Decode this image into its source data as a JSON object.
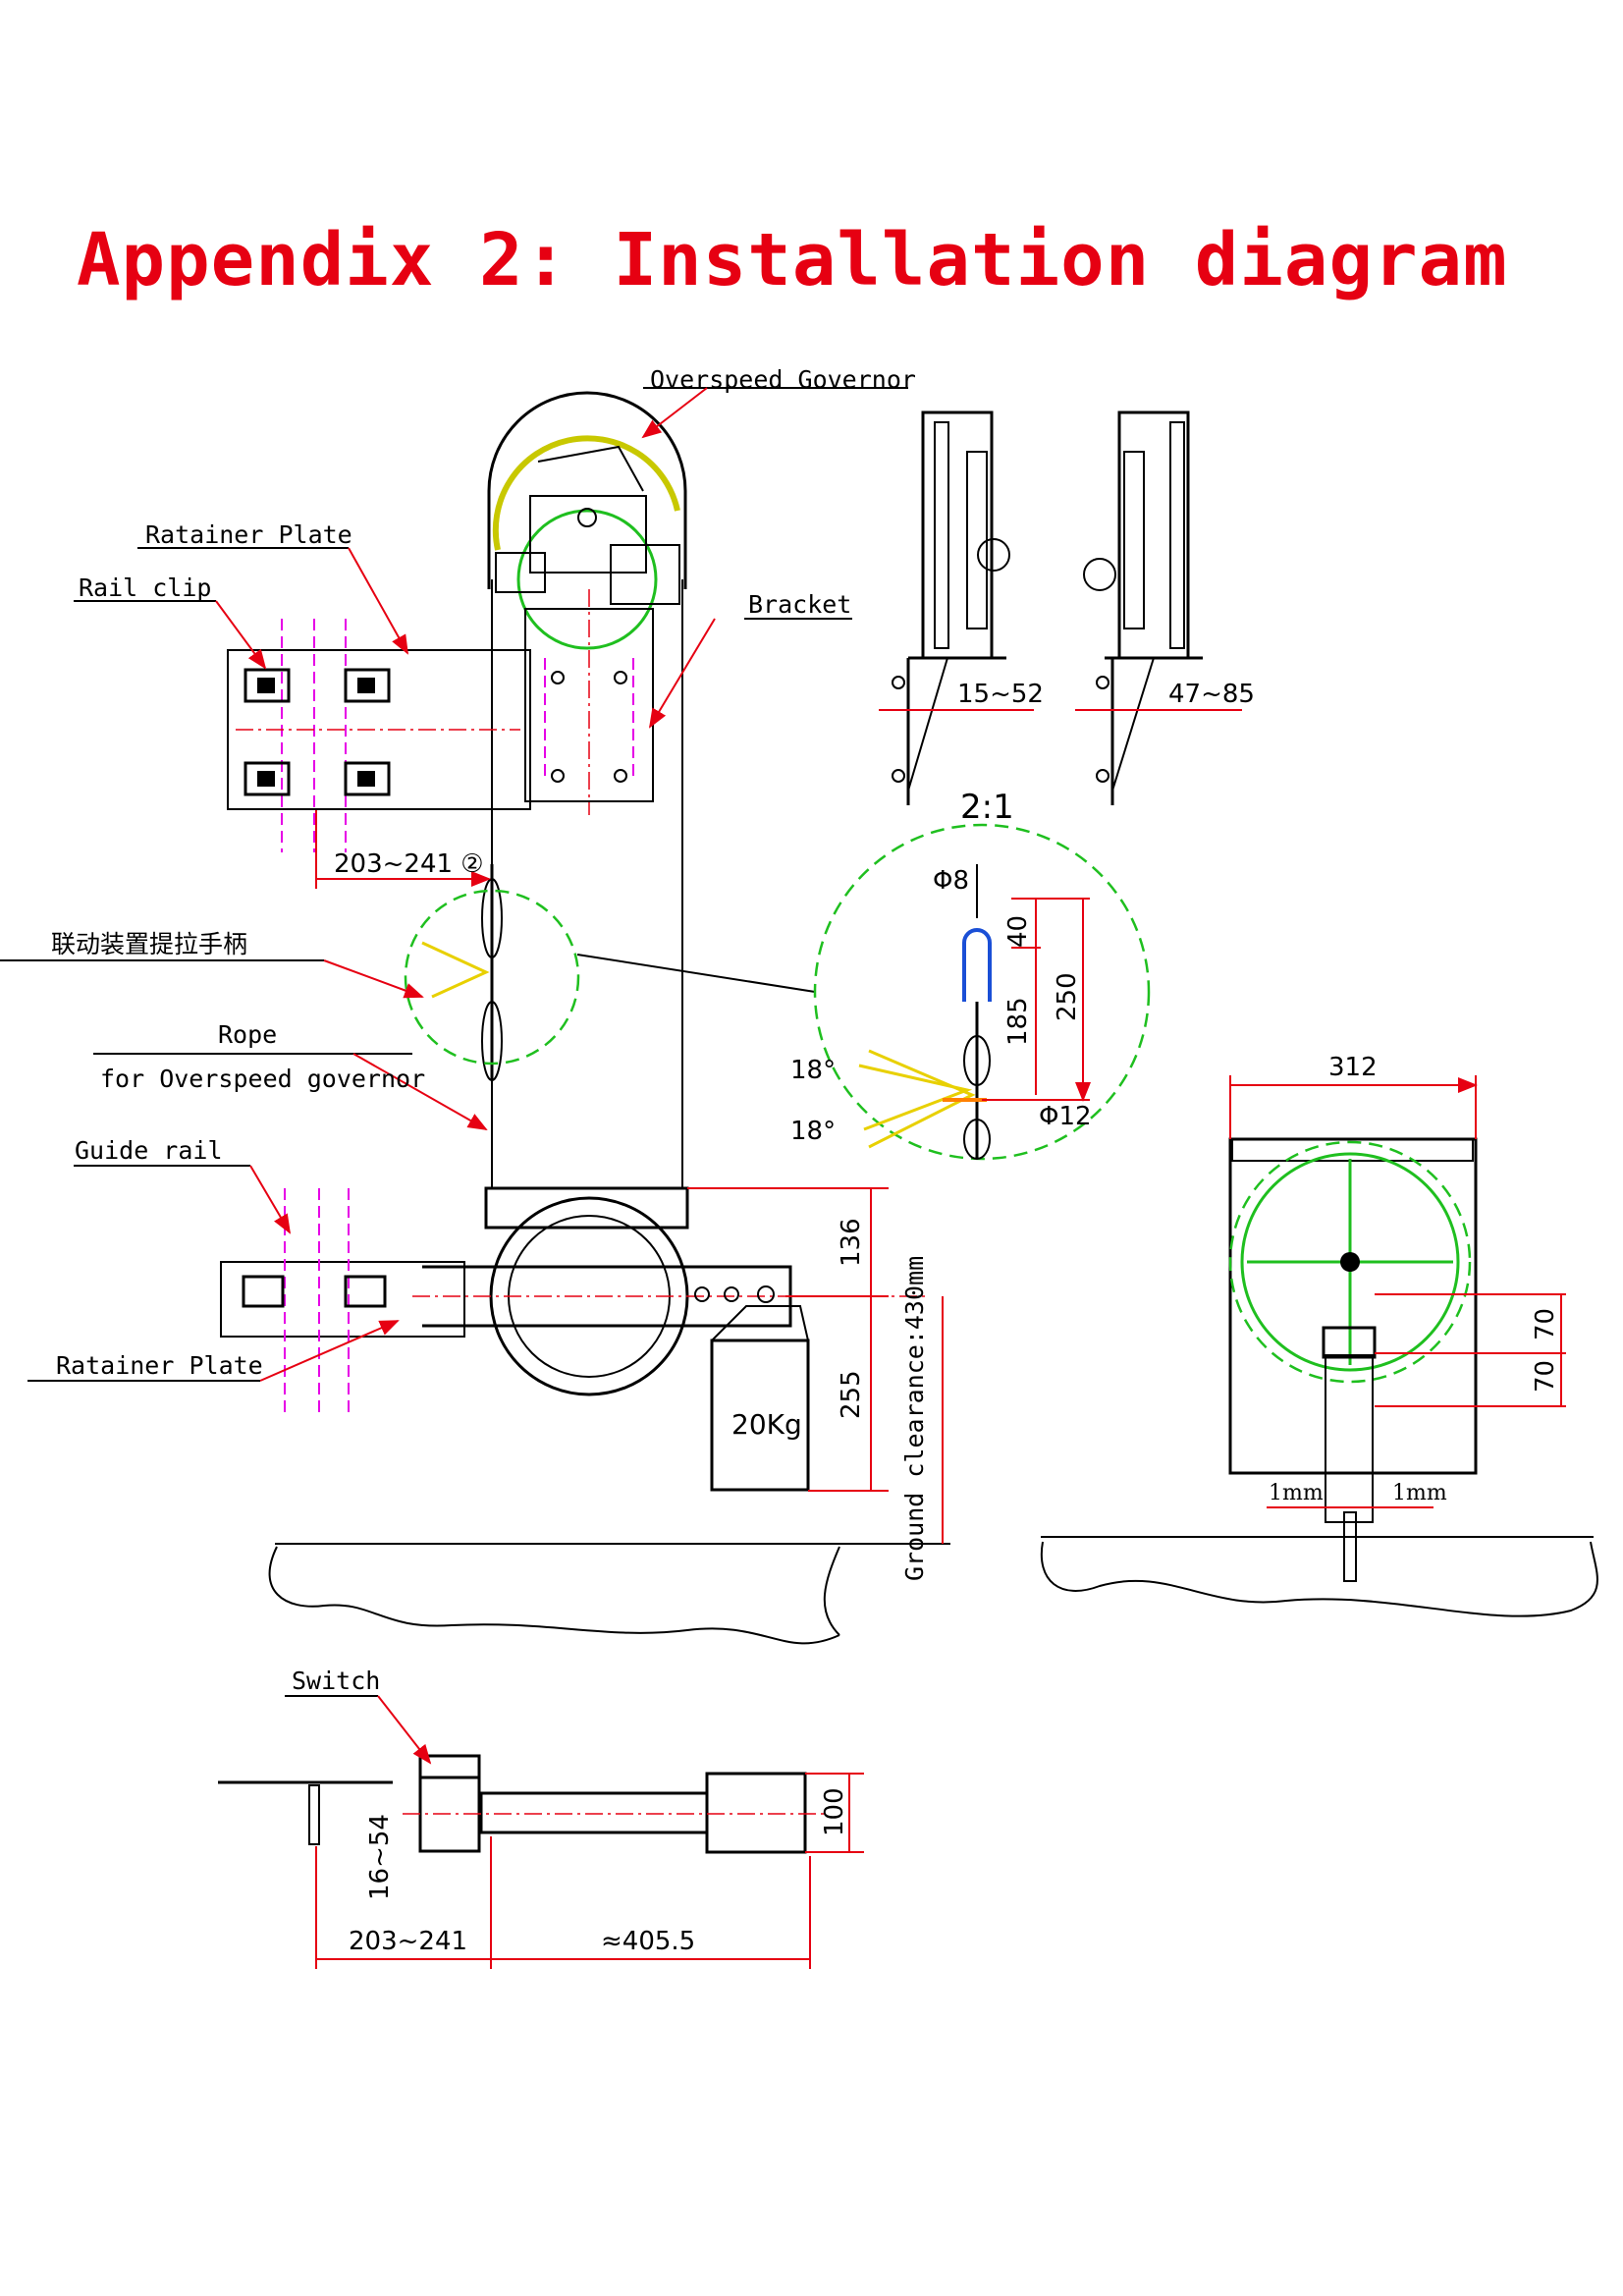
{
  "title": "Appendix 2: Installation diagram",
  "labels": {
    "overspeed_governor": "Overspeed Governor",
    "retainer_plate_top": "Ratainer Plate",
    "rail_clip": "Rail clip",
    "bracket": "Bracket",
    "linkage_handle": "联动装置提拉手柄",
    "rope_line1": "Rope",
    "rope_line2": "for Overspeed governor",
    "guide_rail": "Guide rail",
    "retainer_plate_bottom": "Ratainer Plate",
    "switch": "Switch",
    "weight": "20Kg",
    "scale": "2:1"
  },
  "dimensions": {
    "bracket_left": "15~52",
    "bracket_right": "47~85",
    "rail_distance": "203~241 ②",
    "phi8": "Φ8",
    "d40": "40",
    "d250": "250",
    "d185": "185",
    "angle_top": "18°",
    "angle_bottom": "18°",
    "phi12": "Φ12",
    "d136": "136",
    "d255": "255",
    "ground_clearance": "Ground clearance:430mm",
    "d312": "312",
    "d70_top": "70",
    "d70_bottom": "70",
    "gap_left": "1mm",
    "gap_right": "1mm",
    "plan_rail_distance": "203~241",
    "plan_length": "≈405.5",
    "plan_gap": "16~54",
    "plan_width": "100"
  },
  "colors": {
    "title": "#e60012",
    "dimension_lines": "#e60012",
    "pulley": "#1fbf1f",
    "rail": "#e600e6",
    "handle": "#e8d000",
    "rope_loop": "#1a4fd6"
  }
}
